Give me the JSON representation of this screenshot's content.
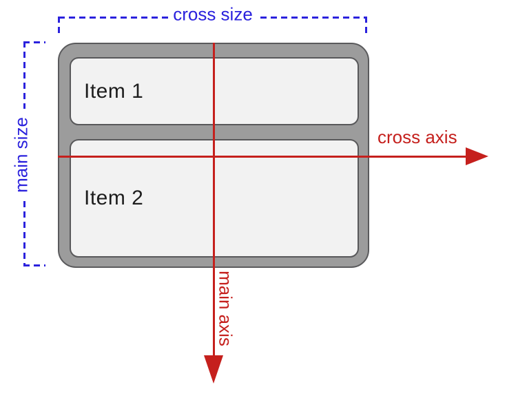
{
  "diagram": {
    "name": "flexbox-column-axes-diagram",
    "labels": {
      "cross_size": "cross size",
      "main_size": "main size",
      "cross_axis": "cross axis",
      "main_axis": "main axis"
    },
    "flex_container": {
      "items": [
        {
          "label": "Item 1"
        },
        {
          "label": "Item 2"
        }
      ]
    },
    "colors": {
      "size_blue": "#2b22dd",
      "axis_red": "#c5201d",
      "container_fill": "#9c9c9c",
      "container_border": "#5a5a5c",
      "item_fill": "#f2f2f2",
      "item_border": "#58585a",
      "item_text": "#1d1d1d",
      "background": "#ffffff"
    }
  }
}
